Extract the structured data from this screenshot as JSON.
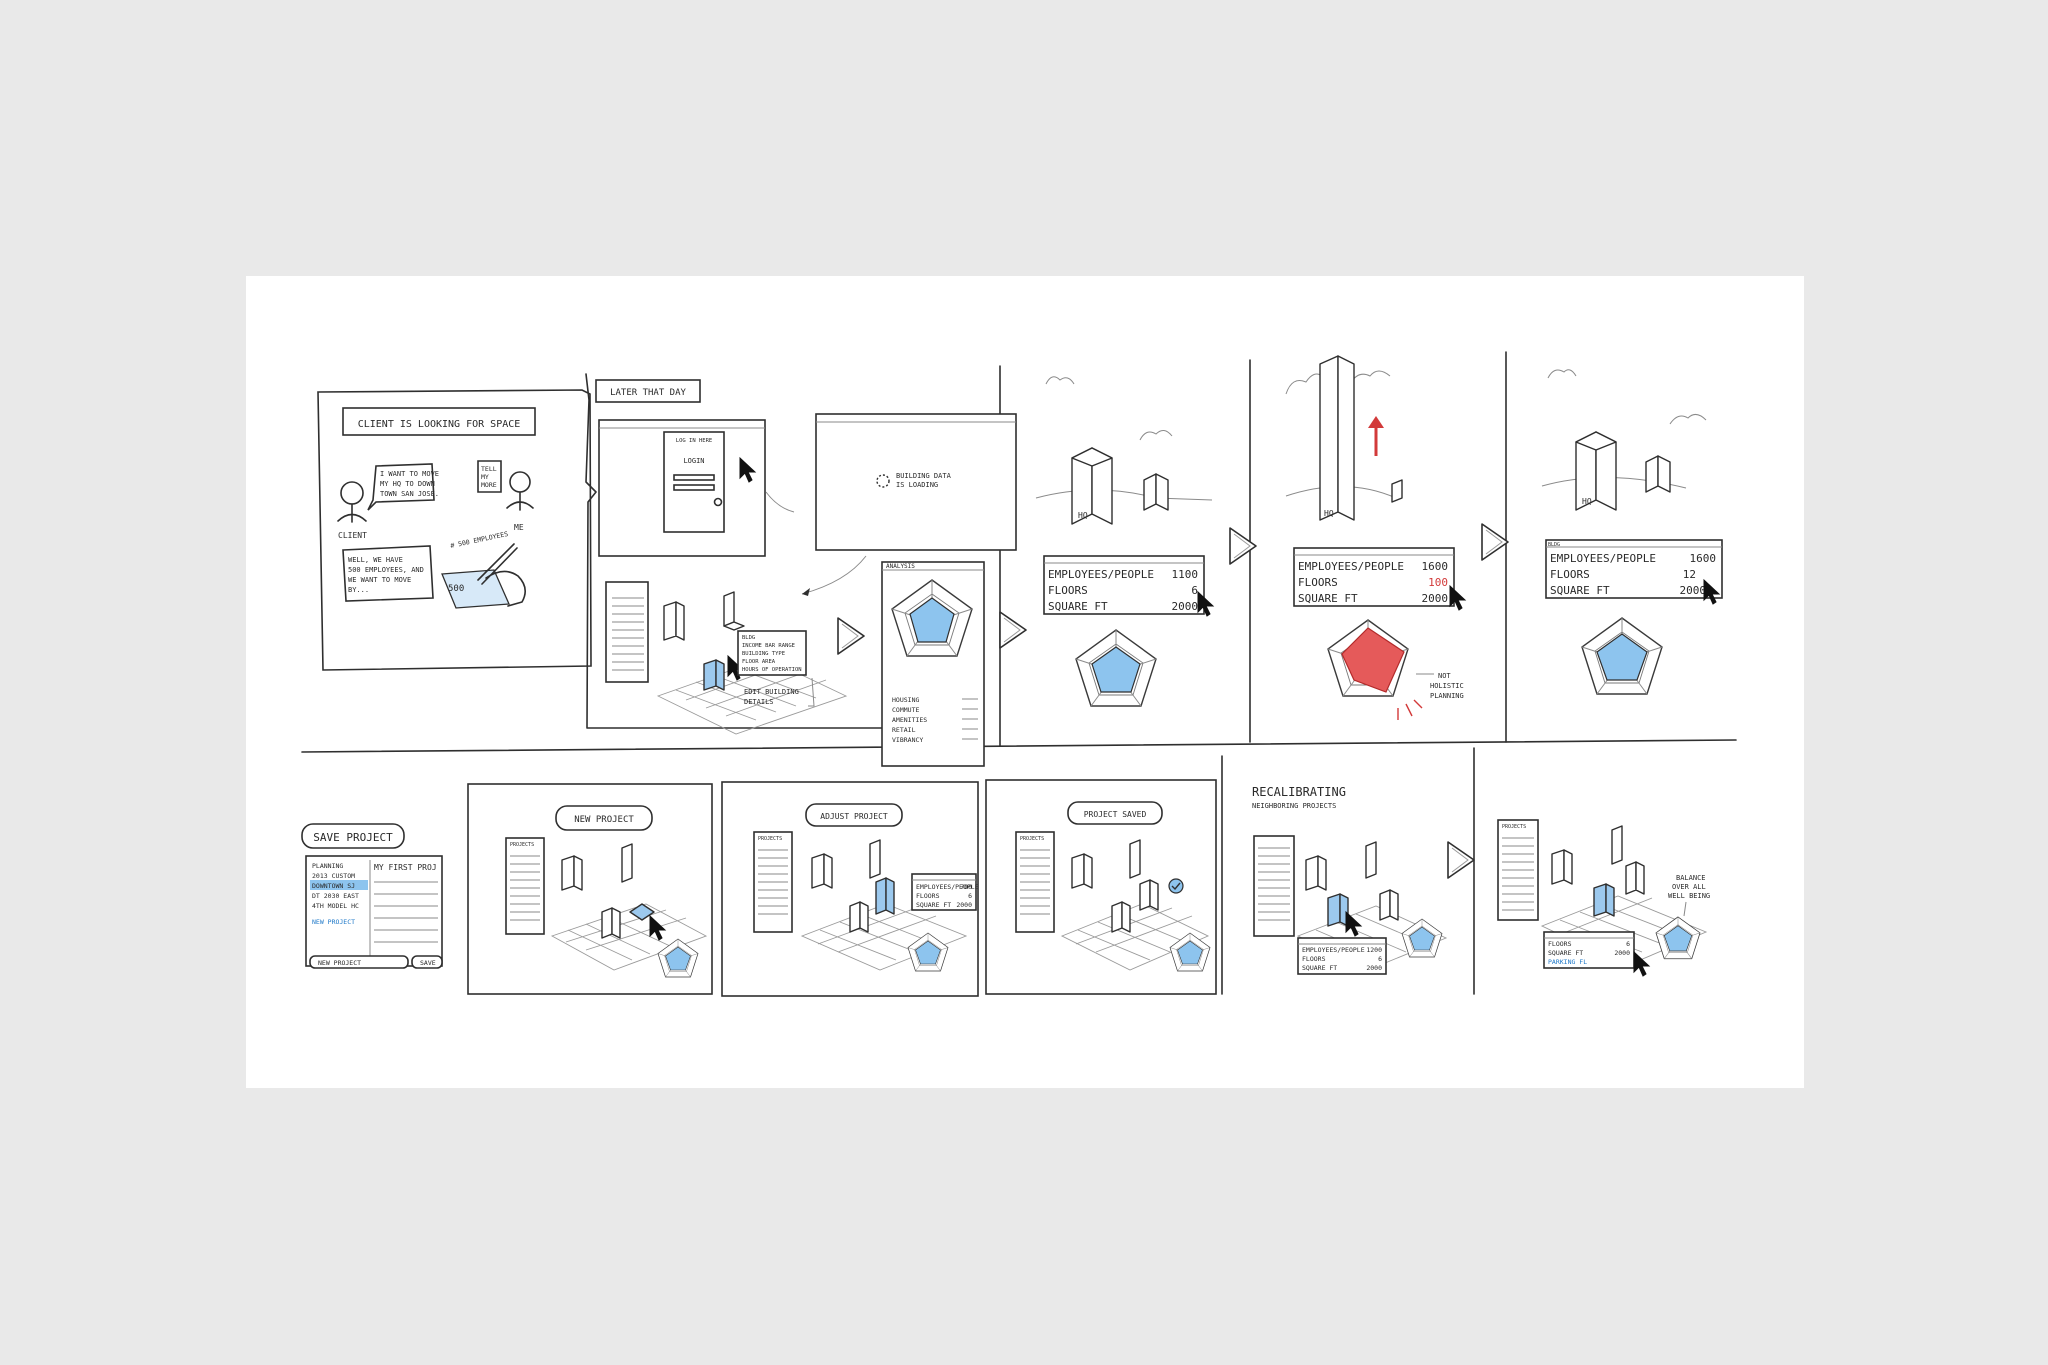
{
  "panels": {
    "p1": {
      "caption": "CLIENT IS LOOKING FOR SPACE",
      "bubble_client": [
        "I WANT TO MOVE",
        "MY HQ TO DOWN",
        "TOWN SAN JOSE."
      ],
      "bubble_me": [
        "TELL",
        "MY",
        "MORE"
      ],
      "label_client": "CLIENT",
      "label_me": "ME",
      "bubble_bottom": [
        "WELL, WE HAVE",
        "500 EMPLOYEES, AND",
        "WE WANT TO MOVE",
        "BY..."
      ],
      "note_scribble": "# 500 EMPLOYEES",
      "note_value": "500"
    },
    "p2": {
      "caption": "LATER THAT DAY",
      "login_title": "LOG IN HERE",
      "login_button": "LOGIN",
      "loading_text": [
        "BUILDING DATA",
        "IS LOADING"
      ],
      "tooltip": [
        "BLDG",
        "INCOME BAR RANGE",
        "BUILDING TYPE",
        "FLOOR AREA",
        "HOURS OF OPERATION"
      ],
      "edit_label": [
        "EDIT BUILDING",
        "DETAILS"
      ],
      "analysis_title": "ANALYSIS",
      "analysis_items": [
        "HOUSING",
        "COMMUTE",
        "AMENITIES",
        "RETAIL",
        "VIBRANCY"
      ]
    },
    "p3": {
      "hq": "HQ",
      "rows": [
        {
          "label": "EMPLOYEES/PEOPLE",
          "value": "1100"
        },
        {
          "label": "FLOORS",
          "value": "6"
        },
        {
          "label": "SQUARE FT",
          "value": "2000"
        }
      ]
    },
    "p4": {
      "hq": "HQ",
      "rows": [
        {
          "label": "EMPLOYEES/PEOPLE",
          "value": "1600"
        },
        {
          "label": "FLOORS",
          "value": "100"
        },
        {
          "label": "SQUARE FT",
          "value": "2000"
        }
      ],
      "note": [
        "NOT",
        "HOLISTIC",
        "PLANNING"
      ]
    },
    "p5": {
      "hq": "HQ",
      "header": "BLDG",
      "rows": [
        {
          "label": "EMPLOYEES/PEOPLE",
          "value": "1600"
        },
        {
          "label": "FLOORS",
          "value": "12"
        },
        {
          "label": "SQUARE FT",
          "value": "2000"
        }
      ]
    },
    "p6": {
      "caption": "SAVE PROJECT",
      "list_items": [
        "PLANNING",
        "2013 CUSTOM",
        "DOWNTOWN SJ",
        "DT 2030 EAST",
        "4TH MODEL HC",
        "NEW PROJECT"
      ],
      "project_name": "MY FIRST PROJ",
      "btn_new": "NEW PROJECT",
      "btn_save": "SAVE"
    },
    "p7": {
      "caption": "NEW PROJECT",
      "projects_header": "PROJECTS"
    },
    "p8": {
      "caption": "ADJUST PROJECT",
      "projects_header": "PROJECTS",
      "popup_rows": [
        {
          "label": "EMPLOYEES/PEOPLE",
          "value": "700"
        },
        {
          "label": "FLOORS",
          "value": "6"
        },
        {
          "label": "SQUARE FT",
          "value": "2000"
        }
      ]
    },
    "p9": {
      "caption": "PROJECT SAVED",
      "projects_header": "PROJECTS"
    },
    "p10": {
      "title": "RECALIBRATING",
      "subtitle": "NEIGHBORING PROJECTS",
      "popup_rows": [
        {
          "label": "EMPLOYEES/PEOPLE",
          "value": "1200"
        },
        {
          "label": "FLOORS",
          "value": "6"
        },
        {
          "label": "SQUARE FT",
          "value": "2000"
        }
      ]
    },
    "p11": {
      "projects_header": "PROJECTS",
      "note": [
        "BALANCE",
        "OVER ALL",
        "WELL BEING"
      ],
      "popup_rows": [
        {
          "label": "FLOORS",
          "value": "6"
        },
        {
          "label": "SQUARE FT",
          "value": "2000"
        },
        {
          "label": "PARKING FL",
          "value": ""
        }
      ]
    }
  },
  "colors": {
    "background": "#e9e9e9",
    "sheet": "#ffffff",
    "ink": "#2a2a2a",
    "accent_blue": "#8dc4ee",
    "accent_red": "#e55a5a",
    "link_blue": "#1e78c8"
  }
}
